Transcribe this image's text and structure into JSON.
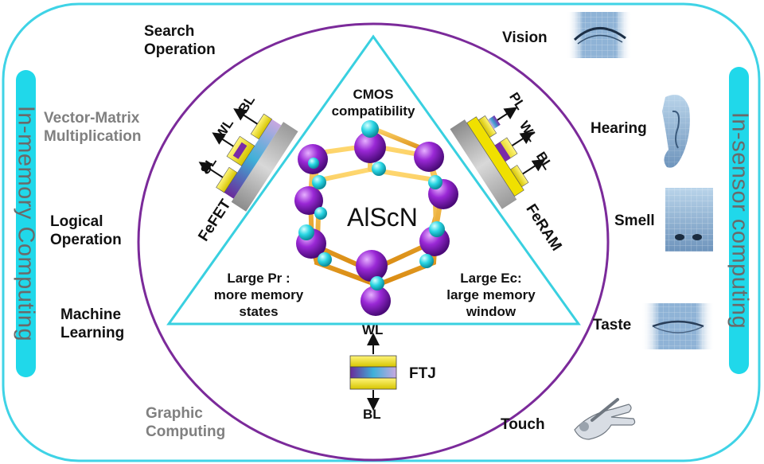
{
  "sides": {
    "left": "In-memory Computing",
    "right": "In-sensor computing"
  },
  "memory_tasks": {
    "search": [
      "Search",
      "Operation"
    ],
    "vmm": [
      "Vector-Matrix",
      "Multiplication"
    ],
    "logical": [
      "Logical",
      "Operation"
    ],
    "ml": [
      "Machine",
      "Learning"
    ],
    "graphic": [
      "Graphic",
      "Computing"
    ]
  },
  "senses": [
    "Vision",
    "Hearing",
    "Smell",
    "Taste",
    "Touch"
  ],
  "center": {
    "material": "AlScN",
    "top_feature": [
      "CMOS",
      "compatibility"
    ],
    "left_feature": [
      "Large Pr :",
      "more memory",
      "states"
    ],
    "right_feature": [
      "Large Ec:",
      "large memory",
      "window"
    ]
  },
  "devices": {
    "fefet": {
      "name": "FeFET",
      "terminals": [
        "SL",
        "WL",
        "BL"
      ]
    },
    "feram": {
      "name": "FeRAM",
      "terminals": [
        "PL",
        "WL",
        "BL"
      ]
    },
    "ftj": {
      "name": "FTJ",
      "terminals": [
        "WL",
        "BL"
      ]
    }
  },
  "colors": {
    "outer_frame": "#3fd3e6",
    "pill": "#20d8ea",
    "ellipse": "#7b2a9a",
    "triangle": "#39d0e0",
    "sc_atom": "#8e1fc8",
    "n_atom": "#28d4e0",
    "bond": "#f0a21e",
    "electrode": "#f2e600"
  }
}
